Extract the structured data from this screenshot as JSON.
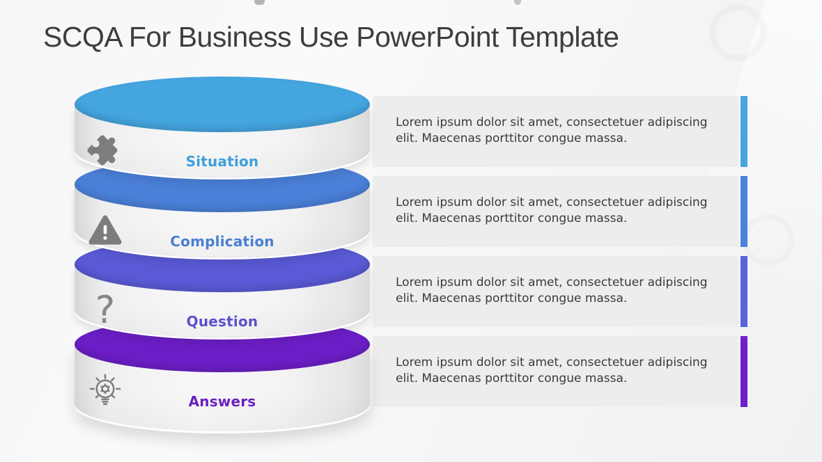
{
  "slide": {
    "title": "SCQA For Business Use PowerPoint Template"
  },
  "diagram": {
    "type": "stacked-cylinder-scqa",
    "layers": [
      {
        "label": "Situation",
        "icon": "puzzle-icon",
        "color": "#45a5df",
        "bar_color": "#47a6e0",
        "label_color": "#3f9fd9",
        "description": "Lorem ipsum dolor sit amet, consectetuer adipiscing elit. Maecenas porttitor congue massa."
      },
      {
        "label": "Complication",
        "icon": "warning-triangle-icon",
        "color": "#4b80d8",
        "bar_color": "#4b82dc",
        "label_color": "#4a7fd2",
        "description": "Lorem ipsum dolor sit amet, consectetuer adipiscing elit. Maecenas porttitor congue massa."
      },
      {
        "label": "Question",
        "icon": "question-mark-icon",
        "color": "#5a5ad6",
        "bar_color": "#5a63da",
        "label_color": "#5951cd",
        "description": "Lorem ipsum dolor sit amet, consectetuer adipiscing elit. Maecenas porttitor congue massa."
      },
      {
        "label": "Answers",
        "icon": "lightbulb-gear-icon",
        "color": "#6c1ec6",
        "bar_color": "#6d1fc9",
        "label_color": "#6a20c0",
        "description": "Lorem ipsum dolor sit amet, consectetuer adipiscing elit. Maecenas porttitor congue massa."
      }
    ]
  }
}
